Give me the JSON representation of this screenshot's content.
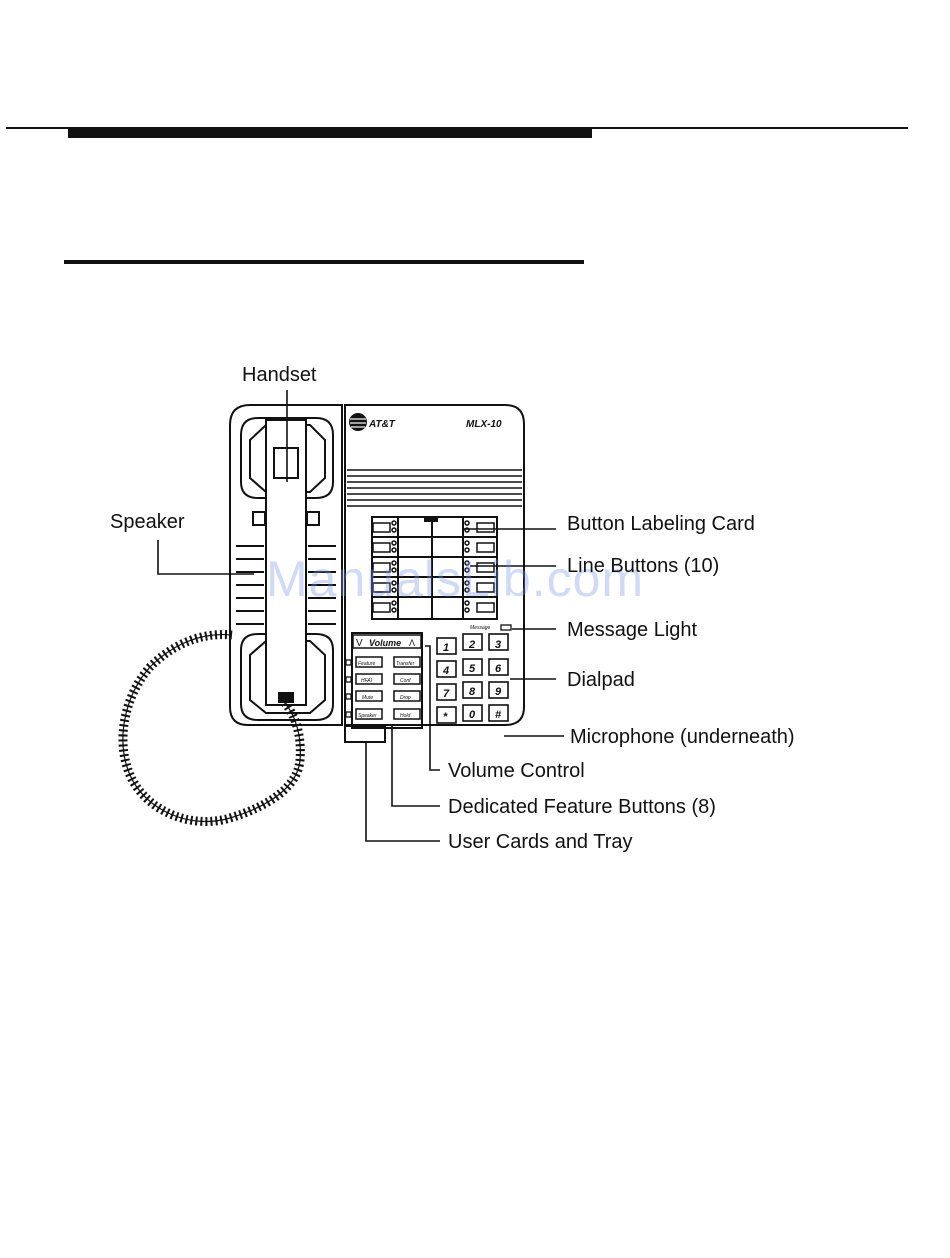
{
  "diagram": {
    "labels": {
      "handset": "Handset",
      "speaker": "Speaker",
      "button_labeling_card": "Button Labeling Card",
      "line_buttons": "Line Buttons (10)",
      "message_light": "Message Light",
      "dialpad": "Dialpad",
      "microphone": "Microphone (underneath)",
      "volume_control": "Volume Control",
      "dedicated_feature_buttons": "Dedicated Feature Buttons (8)",
      "user_cards_and_tray": "User Cards and Tray"
    },
    "phone": {
      "brand": "AT&T",
      "model": "MLX-10",
      "message_caption": "Message",
      "volume_caption": "Volume",
      "volume_down": "V",
      "volume_up": "Λ",
      "feature_keys": [
        "Feature",
        "Transfer",
        "HFAI",
        "Conf",
        "Mute",
        "Drop",
        "Speaker",
        "Hold"
      ],
      "dial_keys": [
        "1",
        "2",
        "3",
        "4",
        "5",
        "6",
        "7",
        "8",
        "9",
        "*",
        "0",
        "#"
      ]
    }
  },
  "watermark": "ManualsLib.com"
}
